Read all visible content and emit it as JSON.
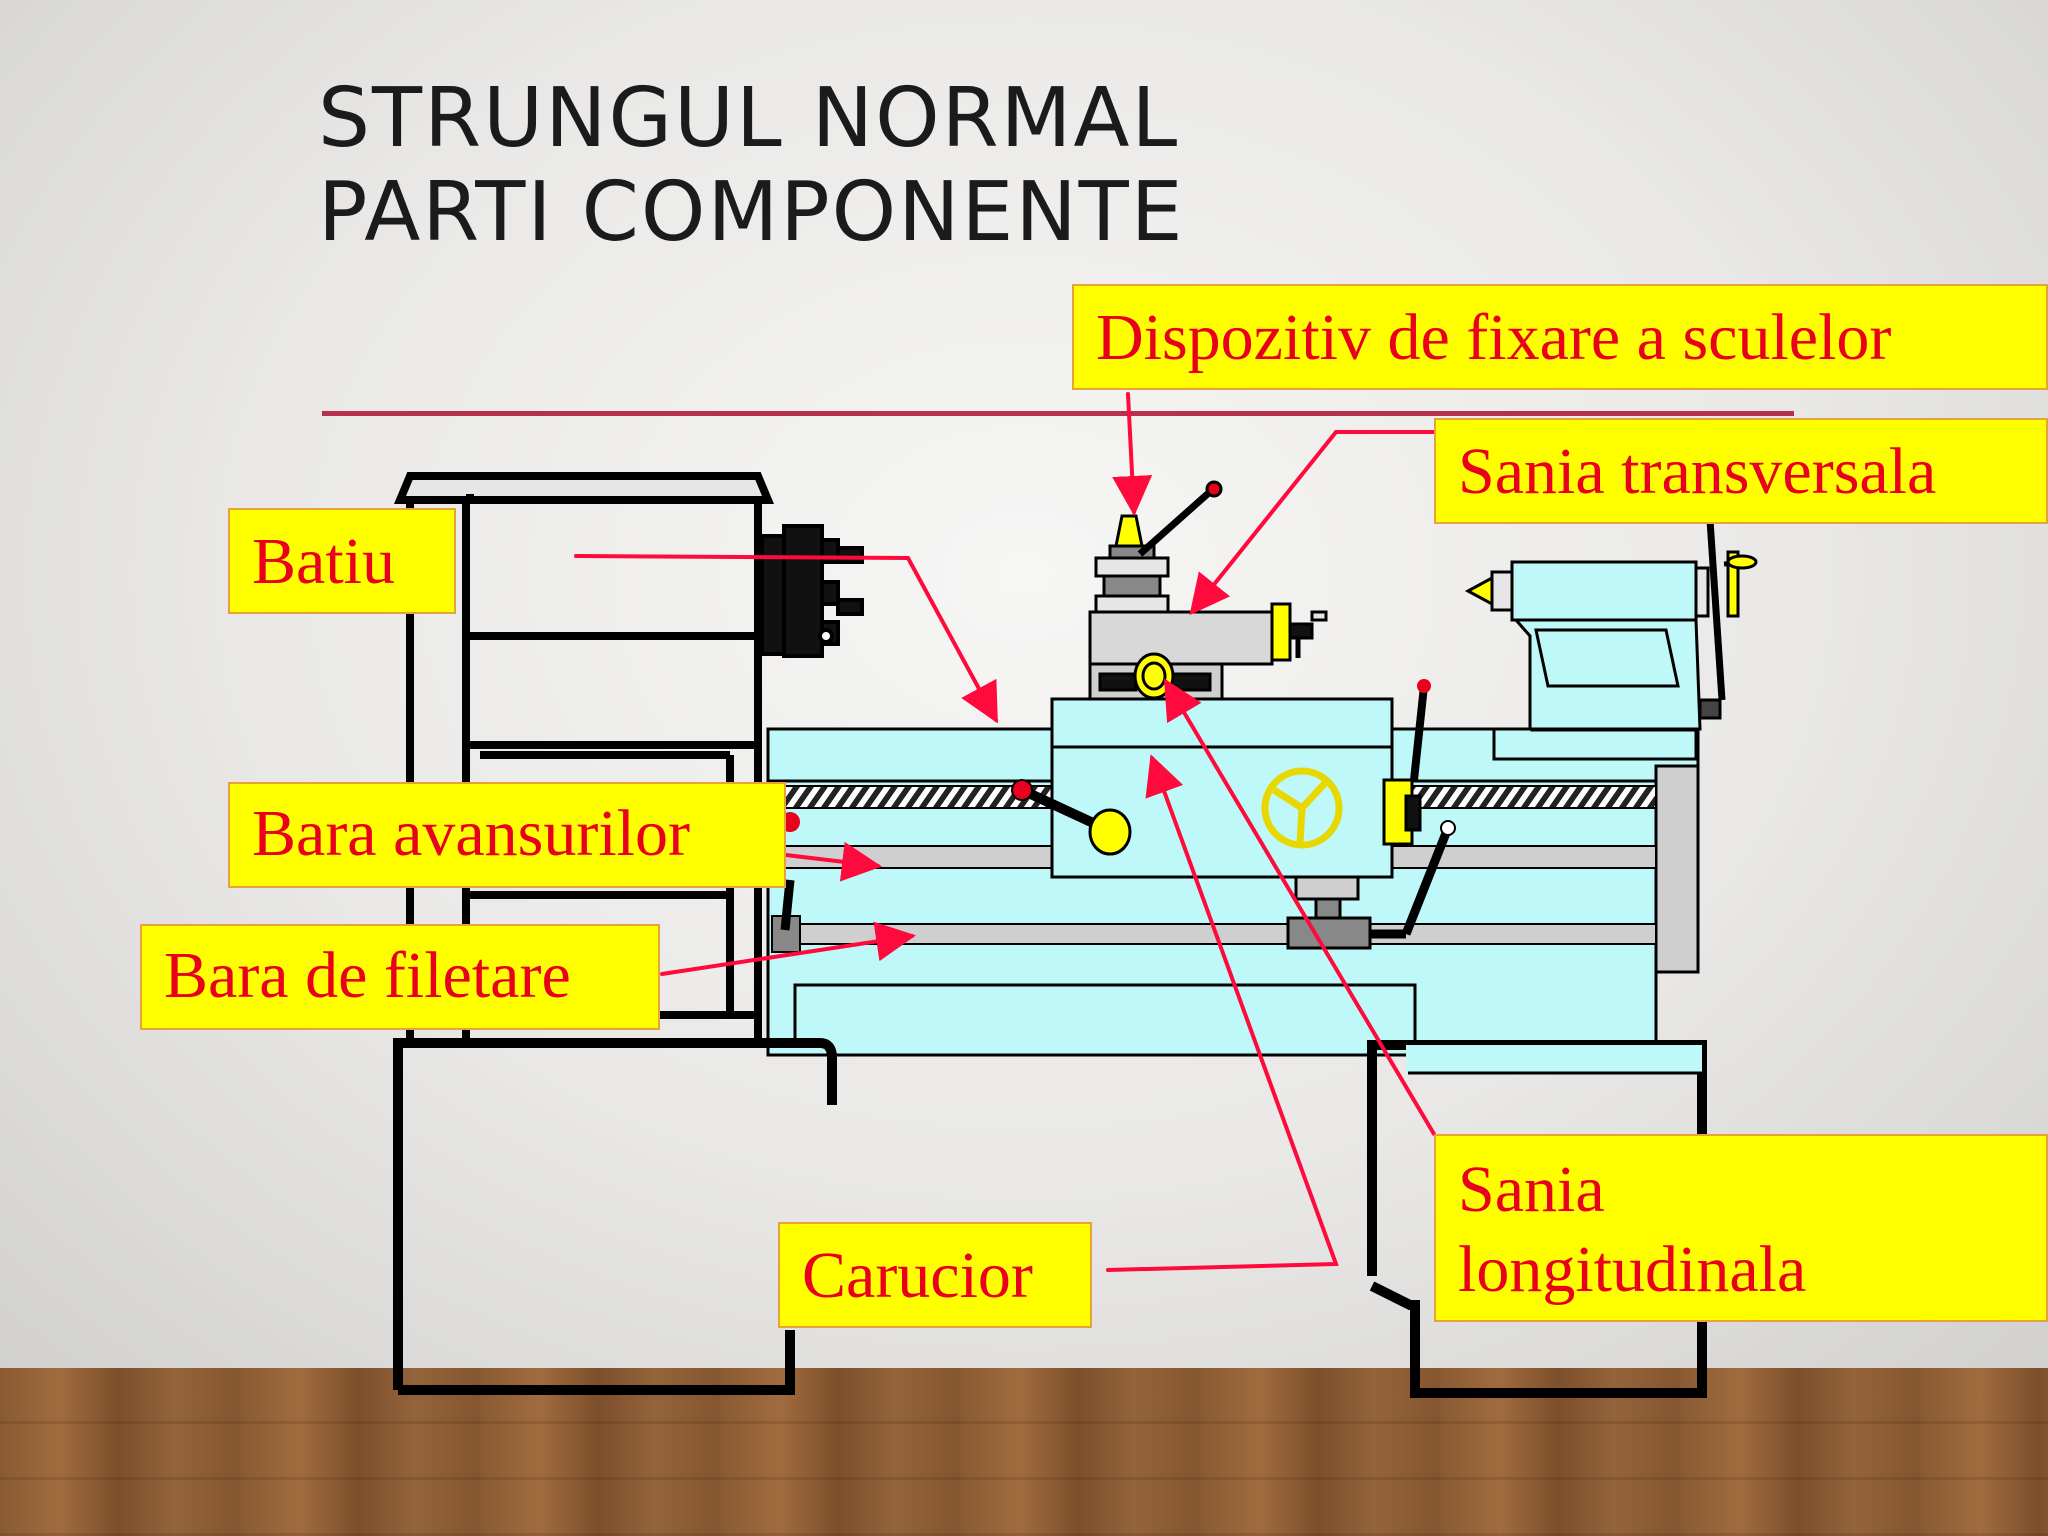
{
  "slide": {
    "title_line1": "STRUNGUL NORMAL",
    "title_line2": "PARTI COMPONENTE"
  },
  "labels": {
    "dispozitiv": "Dispozitiv de fixare a sculelor",
    "sania_transversala": "Sania transversala",
    "batiu": "Batiu",
    "bara_avansurilor": "Bara avansurilor",
    "bara_filetare": "Bara de filetare",
    "sania_longitudinala_line1": "Sania",
    "sania_longitudinala_line2": "longitudinala",
    "carucior": "Carucior"
  },
  "colors": {
    "label_fill": "#ffff00",
    "label_text": "#e8001c",
    "label_border": "#e8a23a",
    "leader_line": "#ff0a3c",
    "machine_fill": "#bff8f8",
    "machine_outline": "#000000",
    "accent_rule": "#b5314e"
  }
}
